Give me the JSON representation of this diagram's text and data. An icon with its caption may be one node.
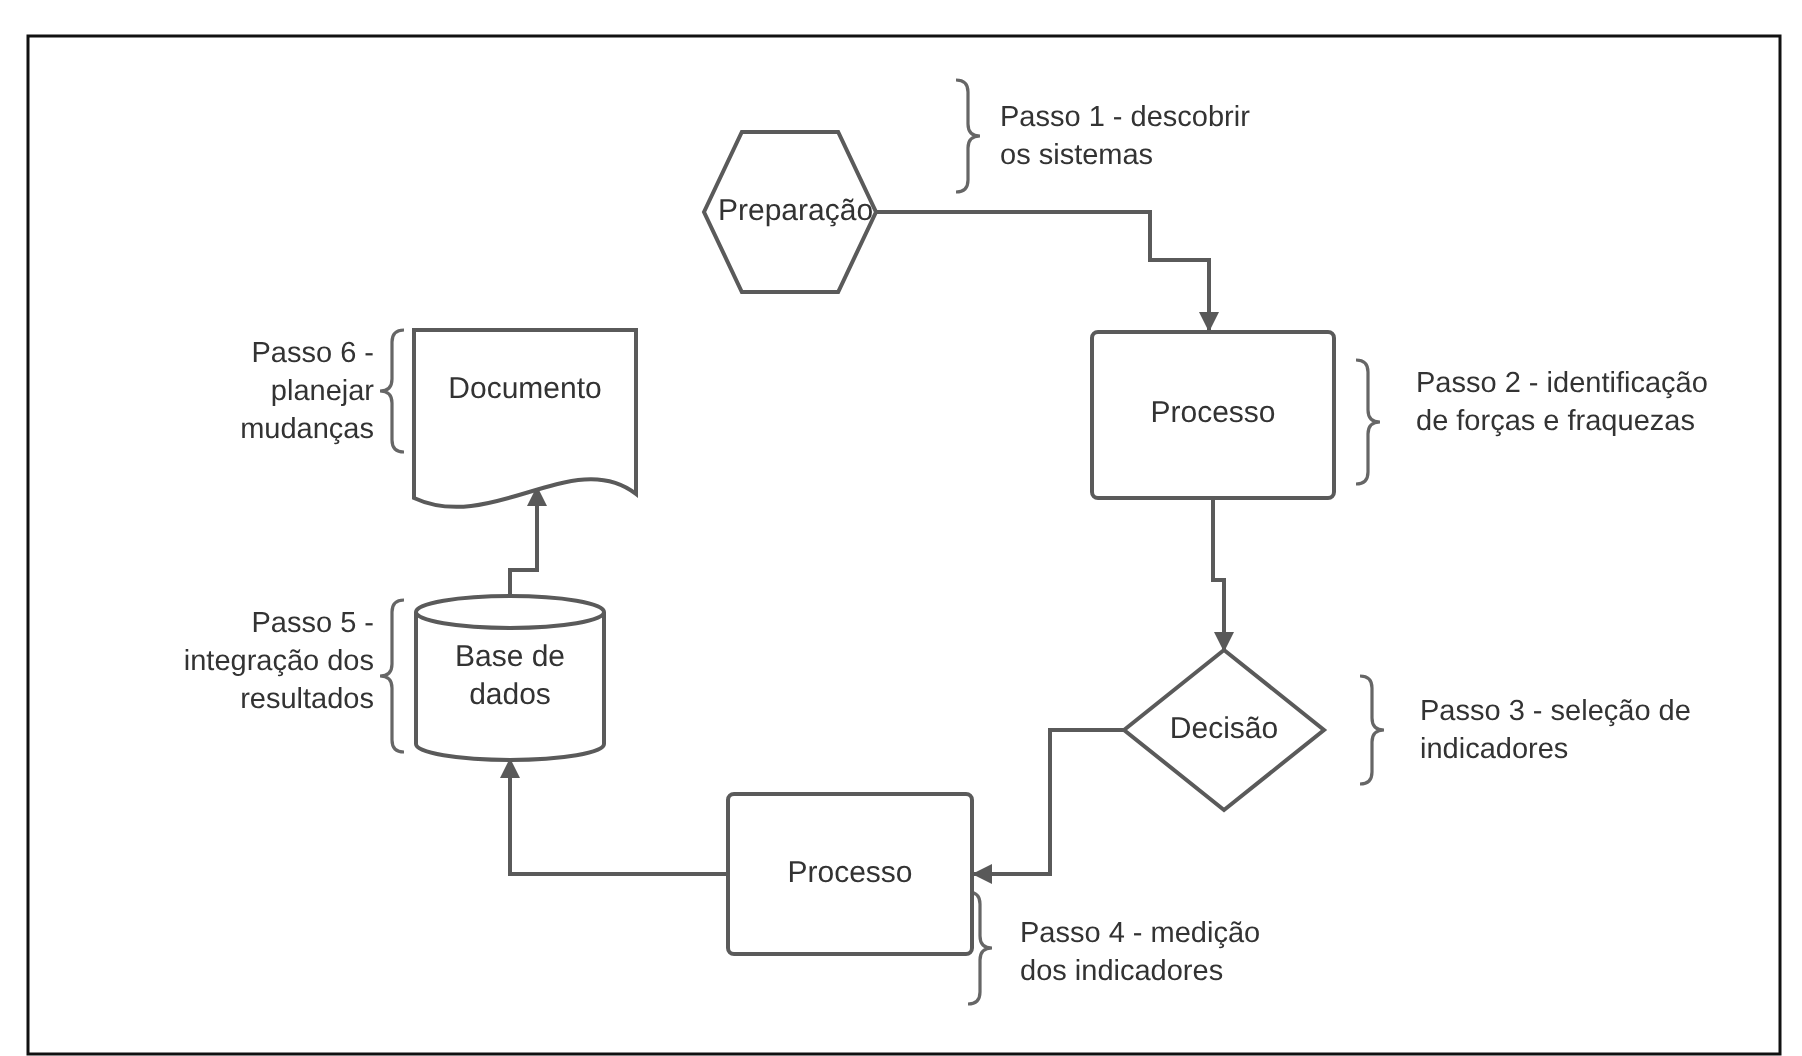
{
  "diagram": {
    "nodes": [
      {
        "text": [
          "Preparação"
        ]
      },
      {
        "text": [
          "Processo"
        ],
        "beside": [
          "Passo 2 - identificação de forças e fraquezas"
        ]
      },
      {
        "text": [
          "Decisão"
        ],
        "beside": [
          "Passo 3 - seleção de indicadores"
        ]
      },
      {
        "text": [
          "Processo"
        ],
        "beside": [
          "Passo 4 - medição dos indicadores"
        ]
      },
      {
        "text": [
          "Base de dados"
        ],
        "beside": [
          "Passo 5 - integração dos resultados"
        ]
      },
      {
        "text": [
          "Documento"
        ],
        "beside": [
          "Passo 6 - planejar mudanças"
        ]
      }
    ],
    "edges": [
      {
        "from": 0,
        "to": 1,
        "arrow": "to"
      },
      {
        "from": 1,
        "to": 2,
        "arrow": "to"
      },
      {
        "from": 2,
        "to": 3,
        "arrow": "to"
      },
      {
        "from": 3,
        "to": 4,
        "arrow": "to"
      },
      {
        "from": 4,
        "to": 5,
        "arrow": "to"
      }
    ],
    "labels": [
      "Passo 1 - descobrir os sistemas"
    ]
  }
}
